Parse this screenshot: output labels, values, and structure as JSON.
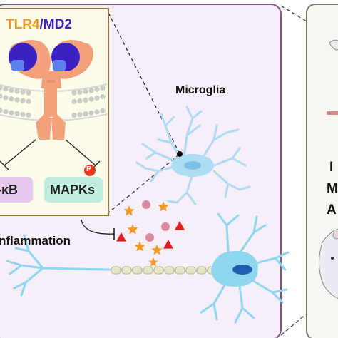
{
  "receptor": {
    "name_a": "TLR4",
    "separator": "/",
    "name_b": "MD2"
  },
  "pathways": {
    "left": "-κB",
    "right": "MAPKs",
    "phospho": "P"
  },
  "cell_label": "Microglia",
  "process_label": "nflammation",
  "right_panel_letters": [
    "I",
    "M",
    "A"
  ],
  "colors": {
    "panel_fill": "#f6eef9",
    "panel_border": "#7b5a8a",
    "inset_fill": "#fdfbe9",
    "inset_border": "#8a7a3a",
    "receptor": "#f3a07c",
    "md2_dark": "#3b20c4",
    "md2_light": "#5e7ff0",
    "membrane": "#c9cdc6",
    "microglia": "#aedcf2",
    "neuron": "#8ed7ef",
    "nucleus": "#1e5fb0",
    "star": "#f39a25",
    "triangle": "#e02020",
    "dot": "#d98aa0",
    "tlr4_text": "#f0961e",
    "md2_text": "#3b20c4",
    "nfkb_box": "#e6c8f0",
    "mapk_box": "#bfeee0",
    "phospho": "#e03a1e"
  }
}
